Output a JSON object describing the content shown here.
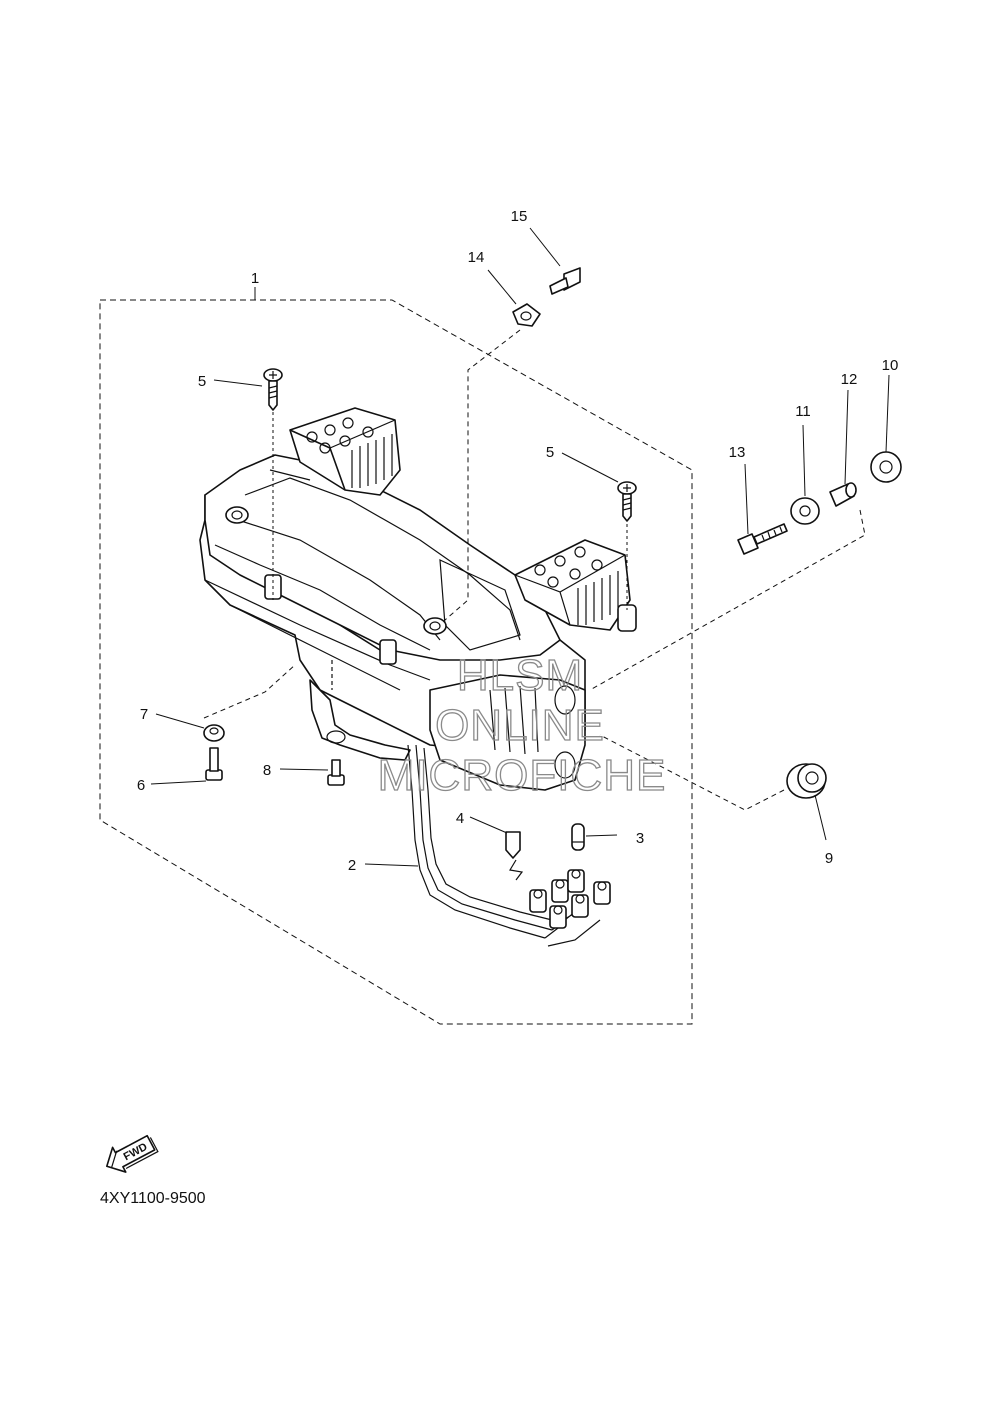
{
  "diagram": {
    "callouts": [
      "1",
      "2",
      "3",
      "4",
      "5",
      "5",
      "6",
      "7",
      "8",
      "9",
      "10",
      "11",
      "12",
      "13",
      "14",
      "15"
    ],
    "diagram_code": "4XY1100-9500",
    "fwd_label": "FWD",
    "watermark": [
      "HLSM",
      "ONLINE",
      "MICROFICHE"
    ]
  }
}
